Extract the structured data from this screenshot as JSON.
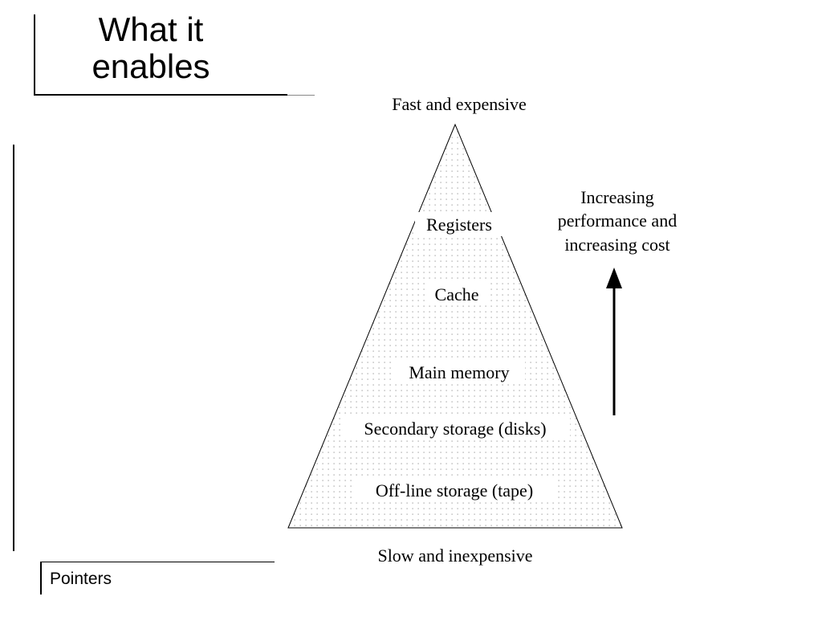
{
  "slide": {
    "title_line1": "What it",
    "title_line2": "enables",
    "footer": "Pointers"
  },
  "diagram": {
    "top_label": "Fast and expensive",
    "bottom_label": "Slow and inexpensive",
    "levels": [
      "Registers",
      "Cache",
      "Main memory",
      "Secondary storage (disks)",
      "Off-line storage (tape)"
    ],
    "arrow_caption": [
      "Increasing",
      "performance and",
      "increasing cost"
    ],
    "colors": {
      "line": "#000000",
      "dots": "#9a9a9a",
      "background": "#ffffff"
    }
  }
}
